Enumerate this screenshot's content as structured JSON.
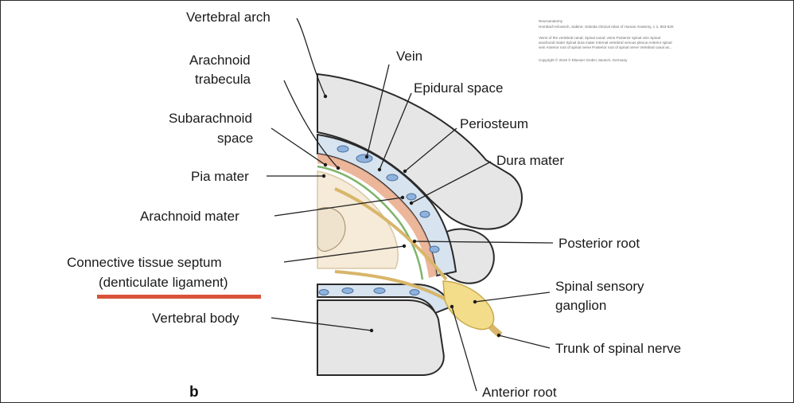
{
  "figure": {
    "panel_label": "b",
    "labels": {
      "vertebral_arch": "Vertebral arch",
      "arachnoid_trabecula_1": "Arachnoid",
      "arachnoid_trabecula_2": "trabecula",
      "subarachnoid_space_1": "Subarachnoid",
      "subarachnoid_space_2": "space",
      "pia_mater": "Pia mater",
      "arachnoid_mater": "Arachnoid mater",
      "septum_1": "Connective tissue septum",
      "septum_2": "(denticulate ligament)",
      "vertebral_body": "Vertebral body",
      "vein": "Vein",
      "epidural_space": "Epidural space",
      "periosteum": "Periosteum",
      "dura_mater": "Dura mater",
      "posterior_root": "Posterior root",
      "spinal_ganglion_1": "Spinal sensory",
      "spinal_ganglion_2": "ganglion",
      "trunk_spinal_nerve": "Trunk of spinal nerve",
      "anterior_root": "Anterior root"
    },
    "citation": {
      "line1": "Neuroanatomy",
      "line2": "Hombach-Klonisch, Sabine; Sobotta Clinical Atlas of Human Anatomy, 1 2, 553-620",
      "line3": "Veins of the vertebral canal; Spinal canal; veins Posterior spinal vein Spinal",
      "line4": "arachnoid mater Spinal dura mater Internal vertebral venous plexus Anterior spinal",
      "line5": "vein Anterior root of spinal nerve Posterior root of spinal nerve Vertebral canal as...",
      "line6": "Copyright © 2019 © Elsevier GmbH, Munich, Germany"
    },
    "colors": {
      "bone": "#e6e6e6",
      "periosteum": "#2a2a2a",
      "epidural": "#d7e3ee",
      "vein": "#8fb3de",
      "dura": "#e9a98a",
      "arachnoid": "#7fb46b",
      "spinal_cord": "#f6ead8",
      "ganglion": "#f3dc8a",
      "highlight_bar": "#d9533a"
    }
  }
}
